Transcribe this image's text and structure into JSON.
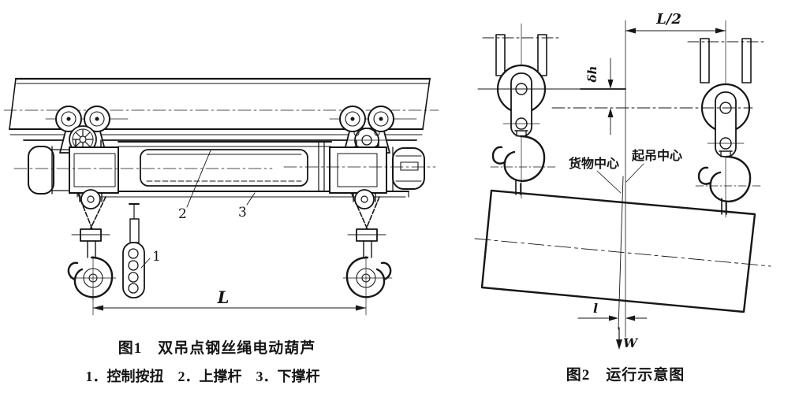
{
  "colors": {
    "paper": "#ffffff",
    "ink": "#161616"
  },
  "figure1": {
    "caption": "图1　双吊点钢丝绳电动葫芦",
    "legend": "1．控制按扭　2．上撑杆　3．下撑杆",
    "callouts": {
      "c1": "1",
      "c2": "2",
      "c3": "3"
    },
    "dims": {
      "span": "L"
    }
  },
  "figure2": {
    "caption": "图2　运行示意图",
    "dims": {
      "half_span": "L/2",
      "height_diff": "δh",
      "offset": "l",
      "weight": "W"
    },
    "labels": {
      "cargo_center": "货物中心",
      "lift_center": "起吊中心"
    }
  }
}
